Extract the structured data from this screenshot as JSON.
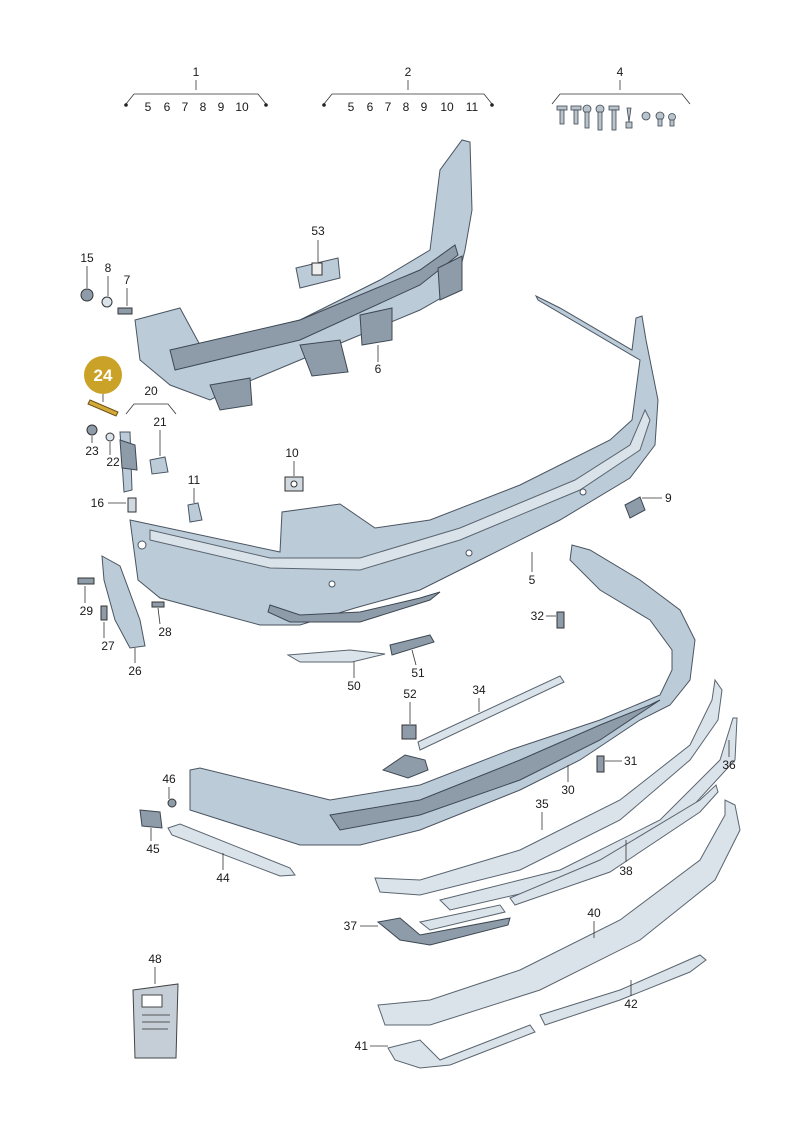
{
  "callouts": {
    "c1": "1",
    "c2": "2",
    "c4": "4",
    "c5": "5",
    "c6": "6",
    "c7": "7",
    "c8": "8",
    "c9": "9",
    "c10": "10",
    "c11": "11",
    "c15": "15",
    "c16": "16",
    "c20": "20",
    "c21": "21",
    "c22": "22",
    "c23": "23",
    "c24": "24",
    "c26": "26",
    "c27": "27",
    "c28": "28",
    "c29": "29",
    "c30": "30",
    "c31": "31",
    "c32": "32",
    "c34": "34",
    "c35": "35",
    "c36": "36",
    "c37": "37",
    "c38": "38",
    "c40": "40",
    "c41": "41",
    "c42": "42",
    "c44": "44",
    "c45": "45",
    "c46": "46",
    "c48": "48",
    "c50": "50",
    "c51": "51",
    "c52": "52",
    "c53": "53"
  },
  "group1_items": [
    "5",
    "6",
    "7",
    "8",
    "9",
    "10"
  ],
  "group2_items": [
    "5",
    "6",
    "7",
    "8",
    "9",
    "10",
    "11"
  ],
  "highlight": {
    "number": "24",
    "color": "#c9a227"
  }
}
